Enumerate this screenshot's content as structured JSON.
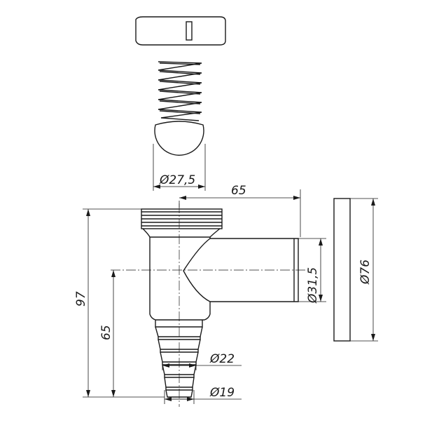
{
  "dimensions": {
    "ball_diameter": "Ø27,5",
    "outlet_length": "65",
    "total_height": "97",
    "outlet_height": "65",
    "outlet_diameter": "Ø31,5",
    "flange_diameter": "Ø76",
    "hose_upper_diameter": "Ø22",
    "hose_lower_diameter": "Ø19"
  }
}
